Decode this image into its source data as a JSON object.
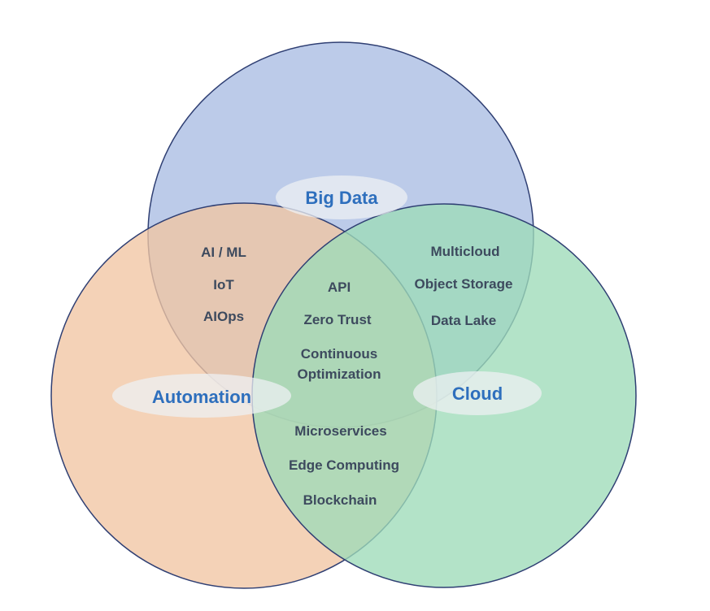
{
  "diagram": {
    "sets": [
      {
        "id": "big-data",
        "label": "Big Data",
        "color": "#a9bde3",
        "stroke": "#2f3f73"
      },
      {
        "id": "automation",
        "label": "Automation",
        "color": "#f1c5a3",
        "stroke": "#2f3f73"
      },
      {
        "id": "cloud",
        "label": "Cloud",
        "color": "#9edbb8",
        "stroke": "#2f3f73"
      }
    ],
    "regions": {
      "big_data_automation": [
        "AI / ML",
        "IoT",
        "AIOps"
      ],
      "big_data_cloud": [
        "Multicloud",
        "Object Storage",
        "Data Lake"
      ],
      "all_three": [
        "API",
        "Zero Trust",
        "Continuous",
        "Optimization"
      ],
      "automation_cloud": [
        "Microservices",
        "Edge Computing",
        "Blockchain"
      ]
    },
    "label_pill_color": "#eef0f3"
  }
}
